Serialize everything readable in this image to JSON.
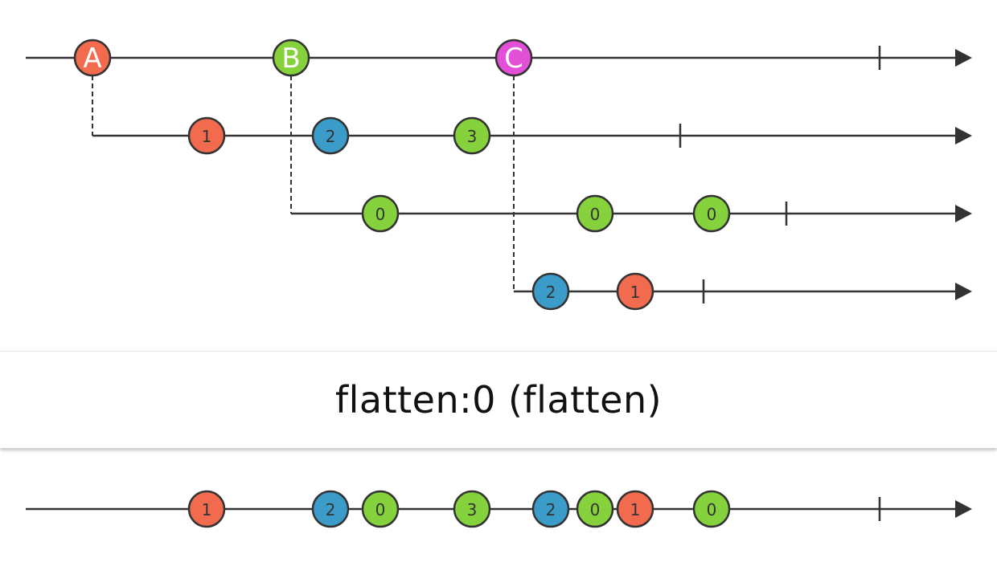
{
  "operator": {
    "label": "flatten:0 (flatten)"
  },
  "colors": {
    "line": "#333333",
    "red": "#f26b4f",
    "blue": "#3b9cc9",
    "green": "#86d23c",
    "magenta": "#e44fd8"
  },
  "source": {
    "marbles": [
      {
        "t": 115,
        "label": "A",
        "color": "red"
      },
      {
        "t": 362,
        "label": "B",
        "color": "green"
      },
      {
        "t": 639,
        "label": "C",
        "color": "magenta"
      }
    ],
    "complete": 1094
  },
  "inner": [
    {
      "start": 115,
      "marbles": [
        {
          "t": 257,
          "label": "1",
          "color": "red"
        },
        {
          "t": 411,
          "label": "2",
          "color": "blue"
        },
        {
          "t": 587,
          "label": "3",
          "color": "green"
        }
      ],
      "complete": 846
    },
    {
      "start": 362,
      "marbles": [
        {
          "t": 473,
          "label": "0",
          "color": "green"
        },
        {
          "t": 740,
          "label": "0",
          "color": "green"
        },
        {
          "t": 885,
          "label": "0",
          "color": "green"
        }
      ],
      "complete": 978
    },
    {
      "start": 639,
      "marbles": [
        {
          "t": 685,
          "label": "2",
          "color": "blue"
        },
        {
          "t": 790,
          "label": "1",
          "color": "red"
        }
      ],
      "complete": 875
    }
  ],
  "output": {
    "marbles": [
      {
        "t": 257,
        "label": "1",
        "color": "red"
      },
      {
        "t": 411,
        "label": "2",
        "color": "blue"
      },
      {
        "t": 473,
        "label": "0",
        "color": "green"
      },
      {
        "t": 587,
        "label": "3",
        "color": "green"
      },
      {
        "t": 685,
        "label": "2",
        "color": "blue"
      },
      {
        "t": 740,
        "label": "0",
        "color": "green"
      },
      {
        "t": 790,
        "label": "1",
        "color": "red"
      },
      {
        "t": 885,
        "label": "0",
        "color": "green"
      }
    ],
    "complete": 1094
  }
}
